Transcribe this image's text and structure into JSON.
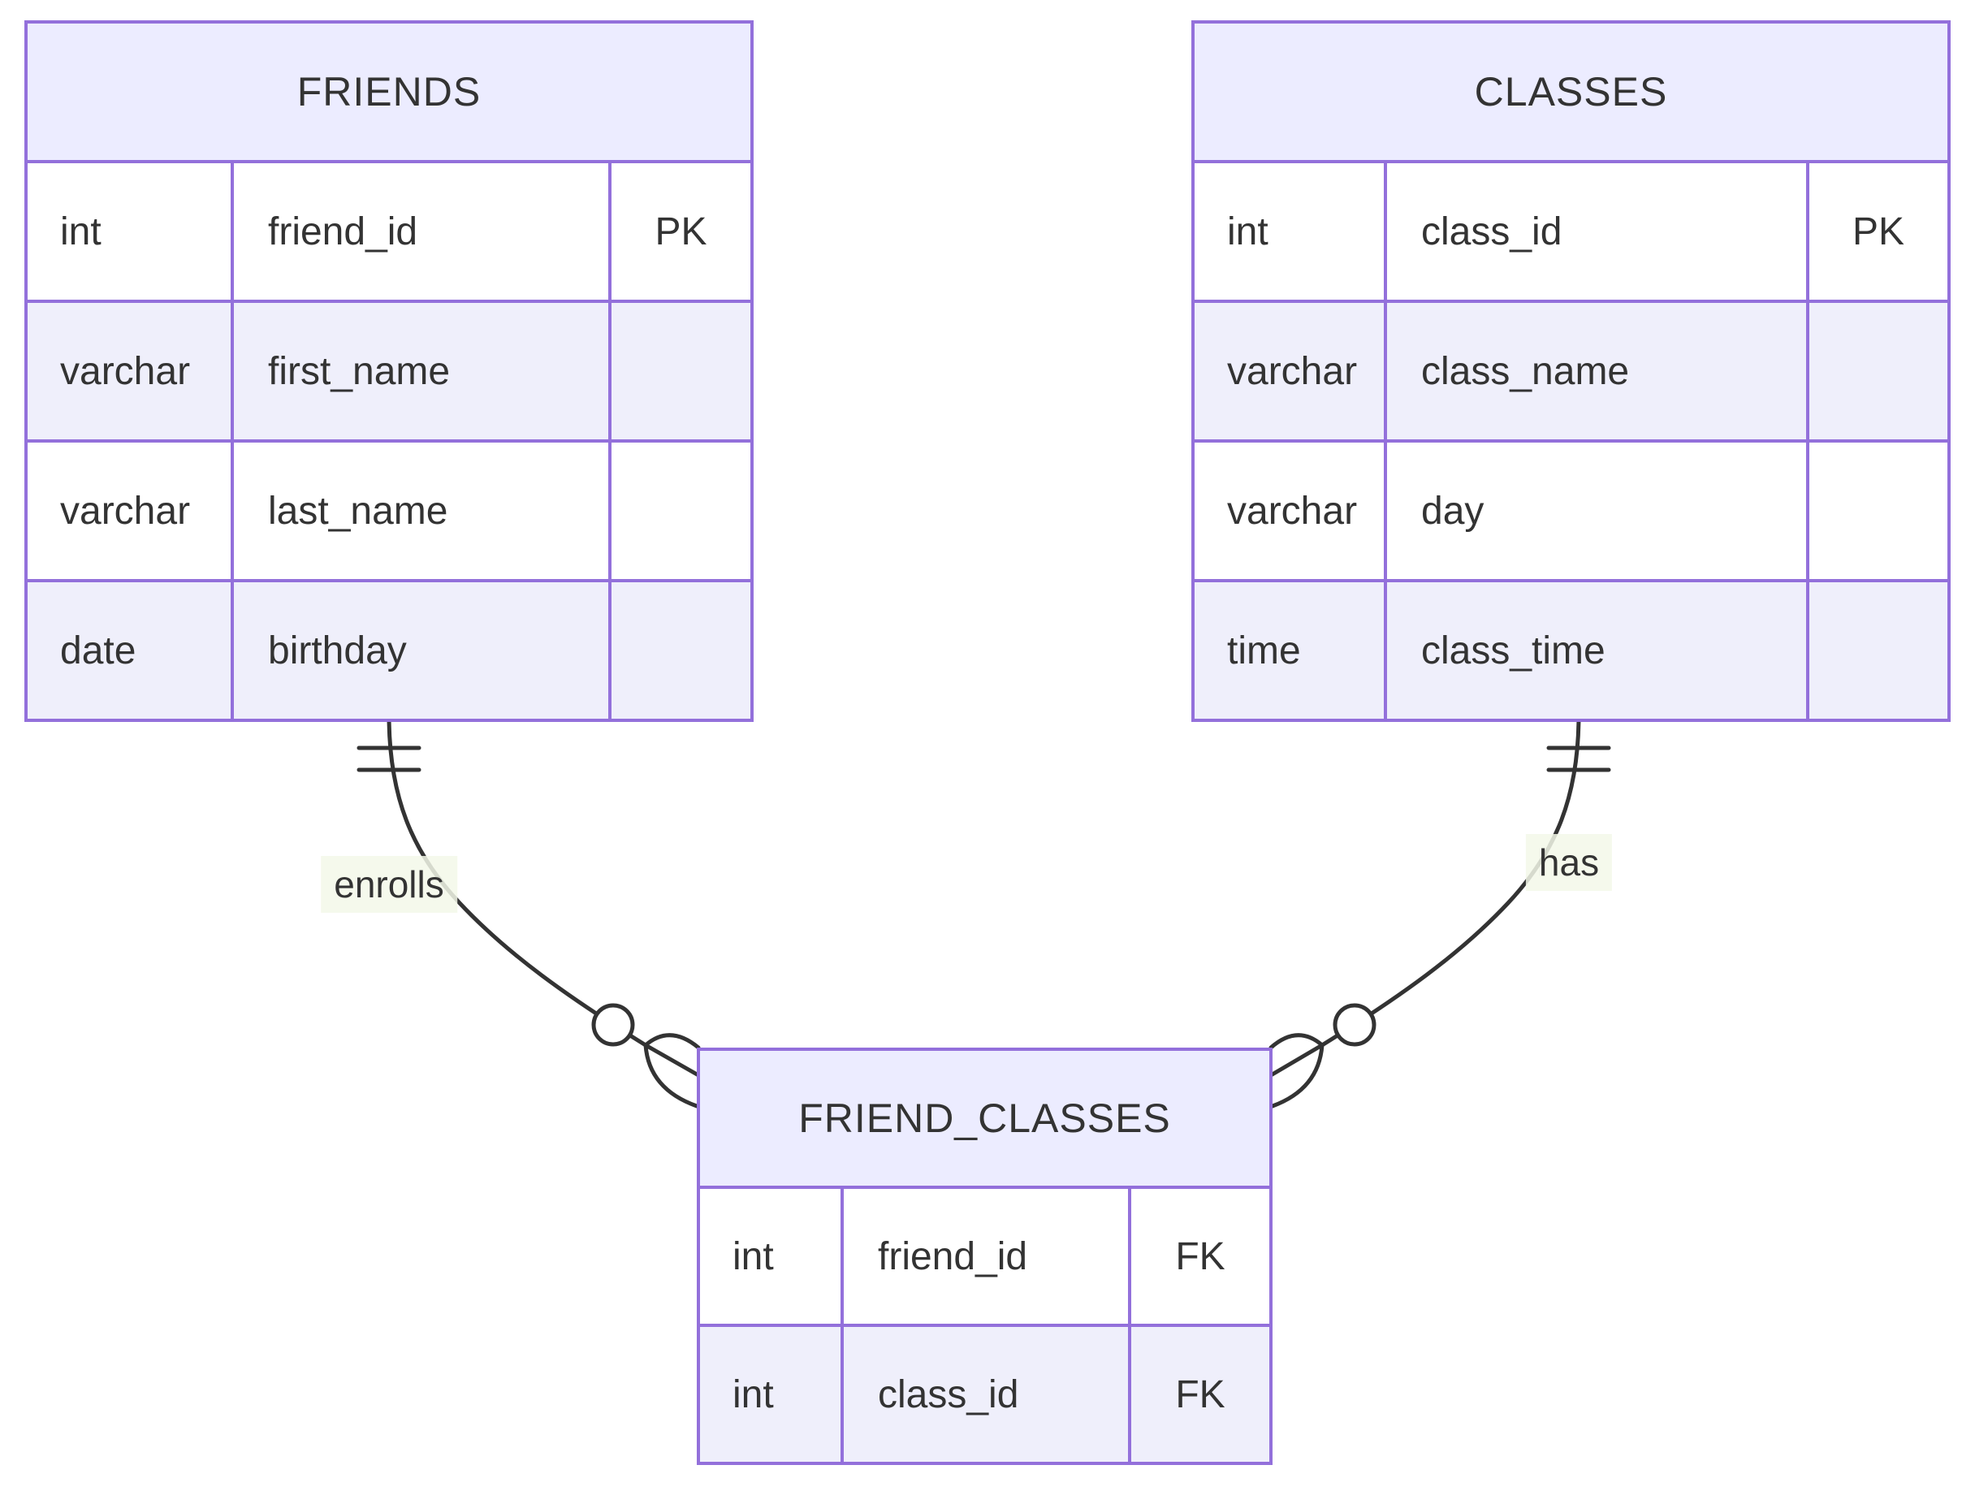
{
  "diagram": {
    "type": "entity-relationship-diagram",
    "background": "#ffffff",
    "palette": {
      "entity_border": "#9370DB",
      "entity_header_fill": "#ECECFF",
      "row_odd_fill": "#ffffff",
      "row_even_fill": "#EFEFFB",
      "line_color": "#333333",
      "text_color": "#333333",
      "edge_label_background": "#f3f8e9"
    },
    "entities": [
      {
        "name": "FRIENDS",
        "rows": [
          {
            "type": "int",
            "name": "friend_id",
            "key": "PK"
          },
          {
            "type": "varchar",
            "name": "first_name",
            "key": ""
          },
          {
            "type": "varchar",
            "name": "last_name",
            "key": ""
          },
          {
            "type": "date",
            "name": "birthday",
            "key": ""
          }
        ]
      },
      {
        "name": "CLASSES",
        "rows": [
          {
            "type": "int",
            "name": "class_id",
            "key": "PK"
          },
          {
            "type": "varchar",
            "name": "class_name",
            "key": ""
          },
          {
            "type": "varchar",
            "name": "day",
            "key": ""
          },
          {
            "type": "time",
            "name": "class_time",
            "key": ""
          }
        ]
      },
      {
        "name": "FRIEND_CLASSES",
        "rows": [
          {
            "type": "int",
            "name": "friend_id",
            "key": "FK"
          },
          {
            "type": "int",
            "name": "class_id",
            "key": "FK"
          }
        ]
      }
    ],
    "relationships": [
      {
        "from": "FRIENDS",
        "to": "FRIEND_CLASSES",
        "label": "enrolls",
        "from_cardinality": "exactly-one",
        "to_cardinality": "zero-or-many"
      },
      {
        "from": "CLASSES",
        "to": "FRIEND_CLASSES",
        "label": "has",
        "from_cardinality": "exactly-one",
        "to_cardinality": "zero-or-many"
      }
    ]
  }
}
